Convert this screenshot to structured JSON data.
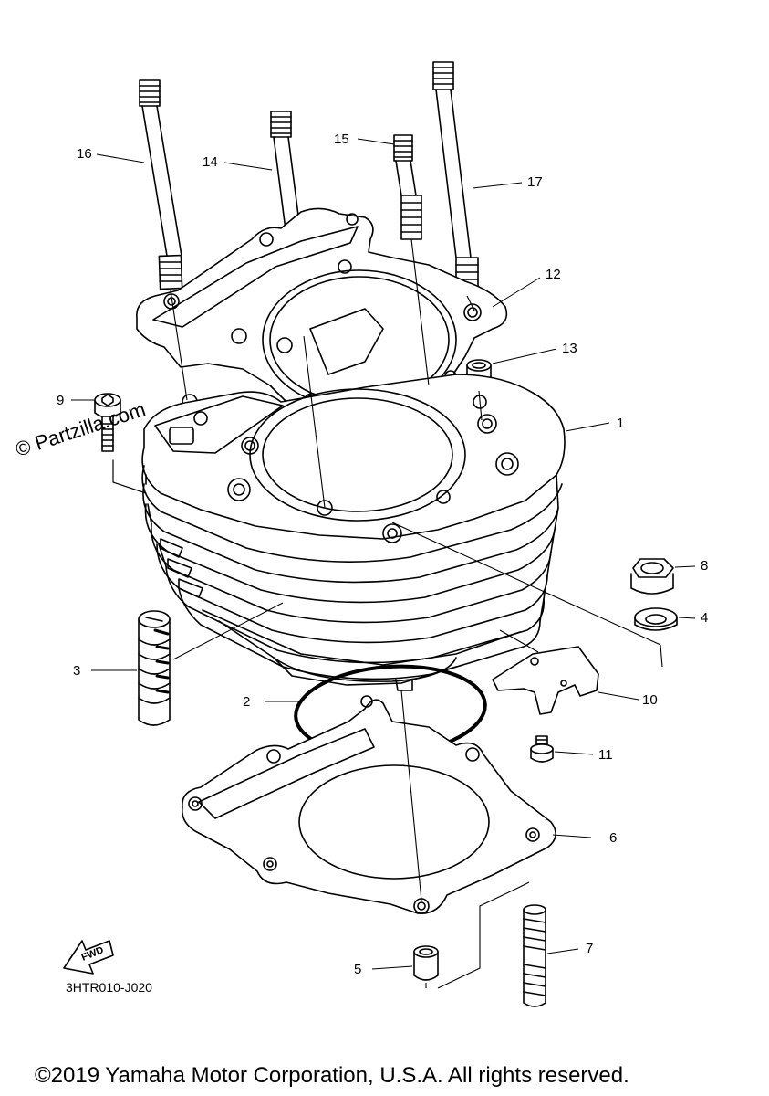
{
  "watermark": "© Partzilla.com",
  "diagram_code": "3HTR010-J020",
  "fwd_label": "FWD",
  "copyright": "©2019 Yamaha Motor Corporation, U.S.A. All rights reserved.",
  "callouts": [
    "1",
    "2",
    "3",
    "4",
    "5",
    "6",
    "7",
    "8",
    "9",
    "10",
    "11",
    "12",
    "13",
    "14",
    "15",
    "16",
    "17"
  ]
}
